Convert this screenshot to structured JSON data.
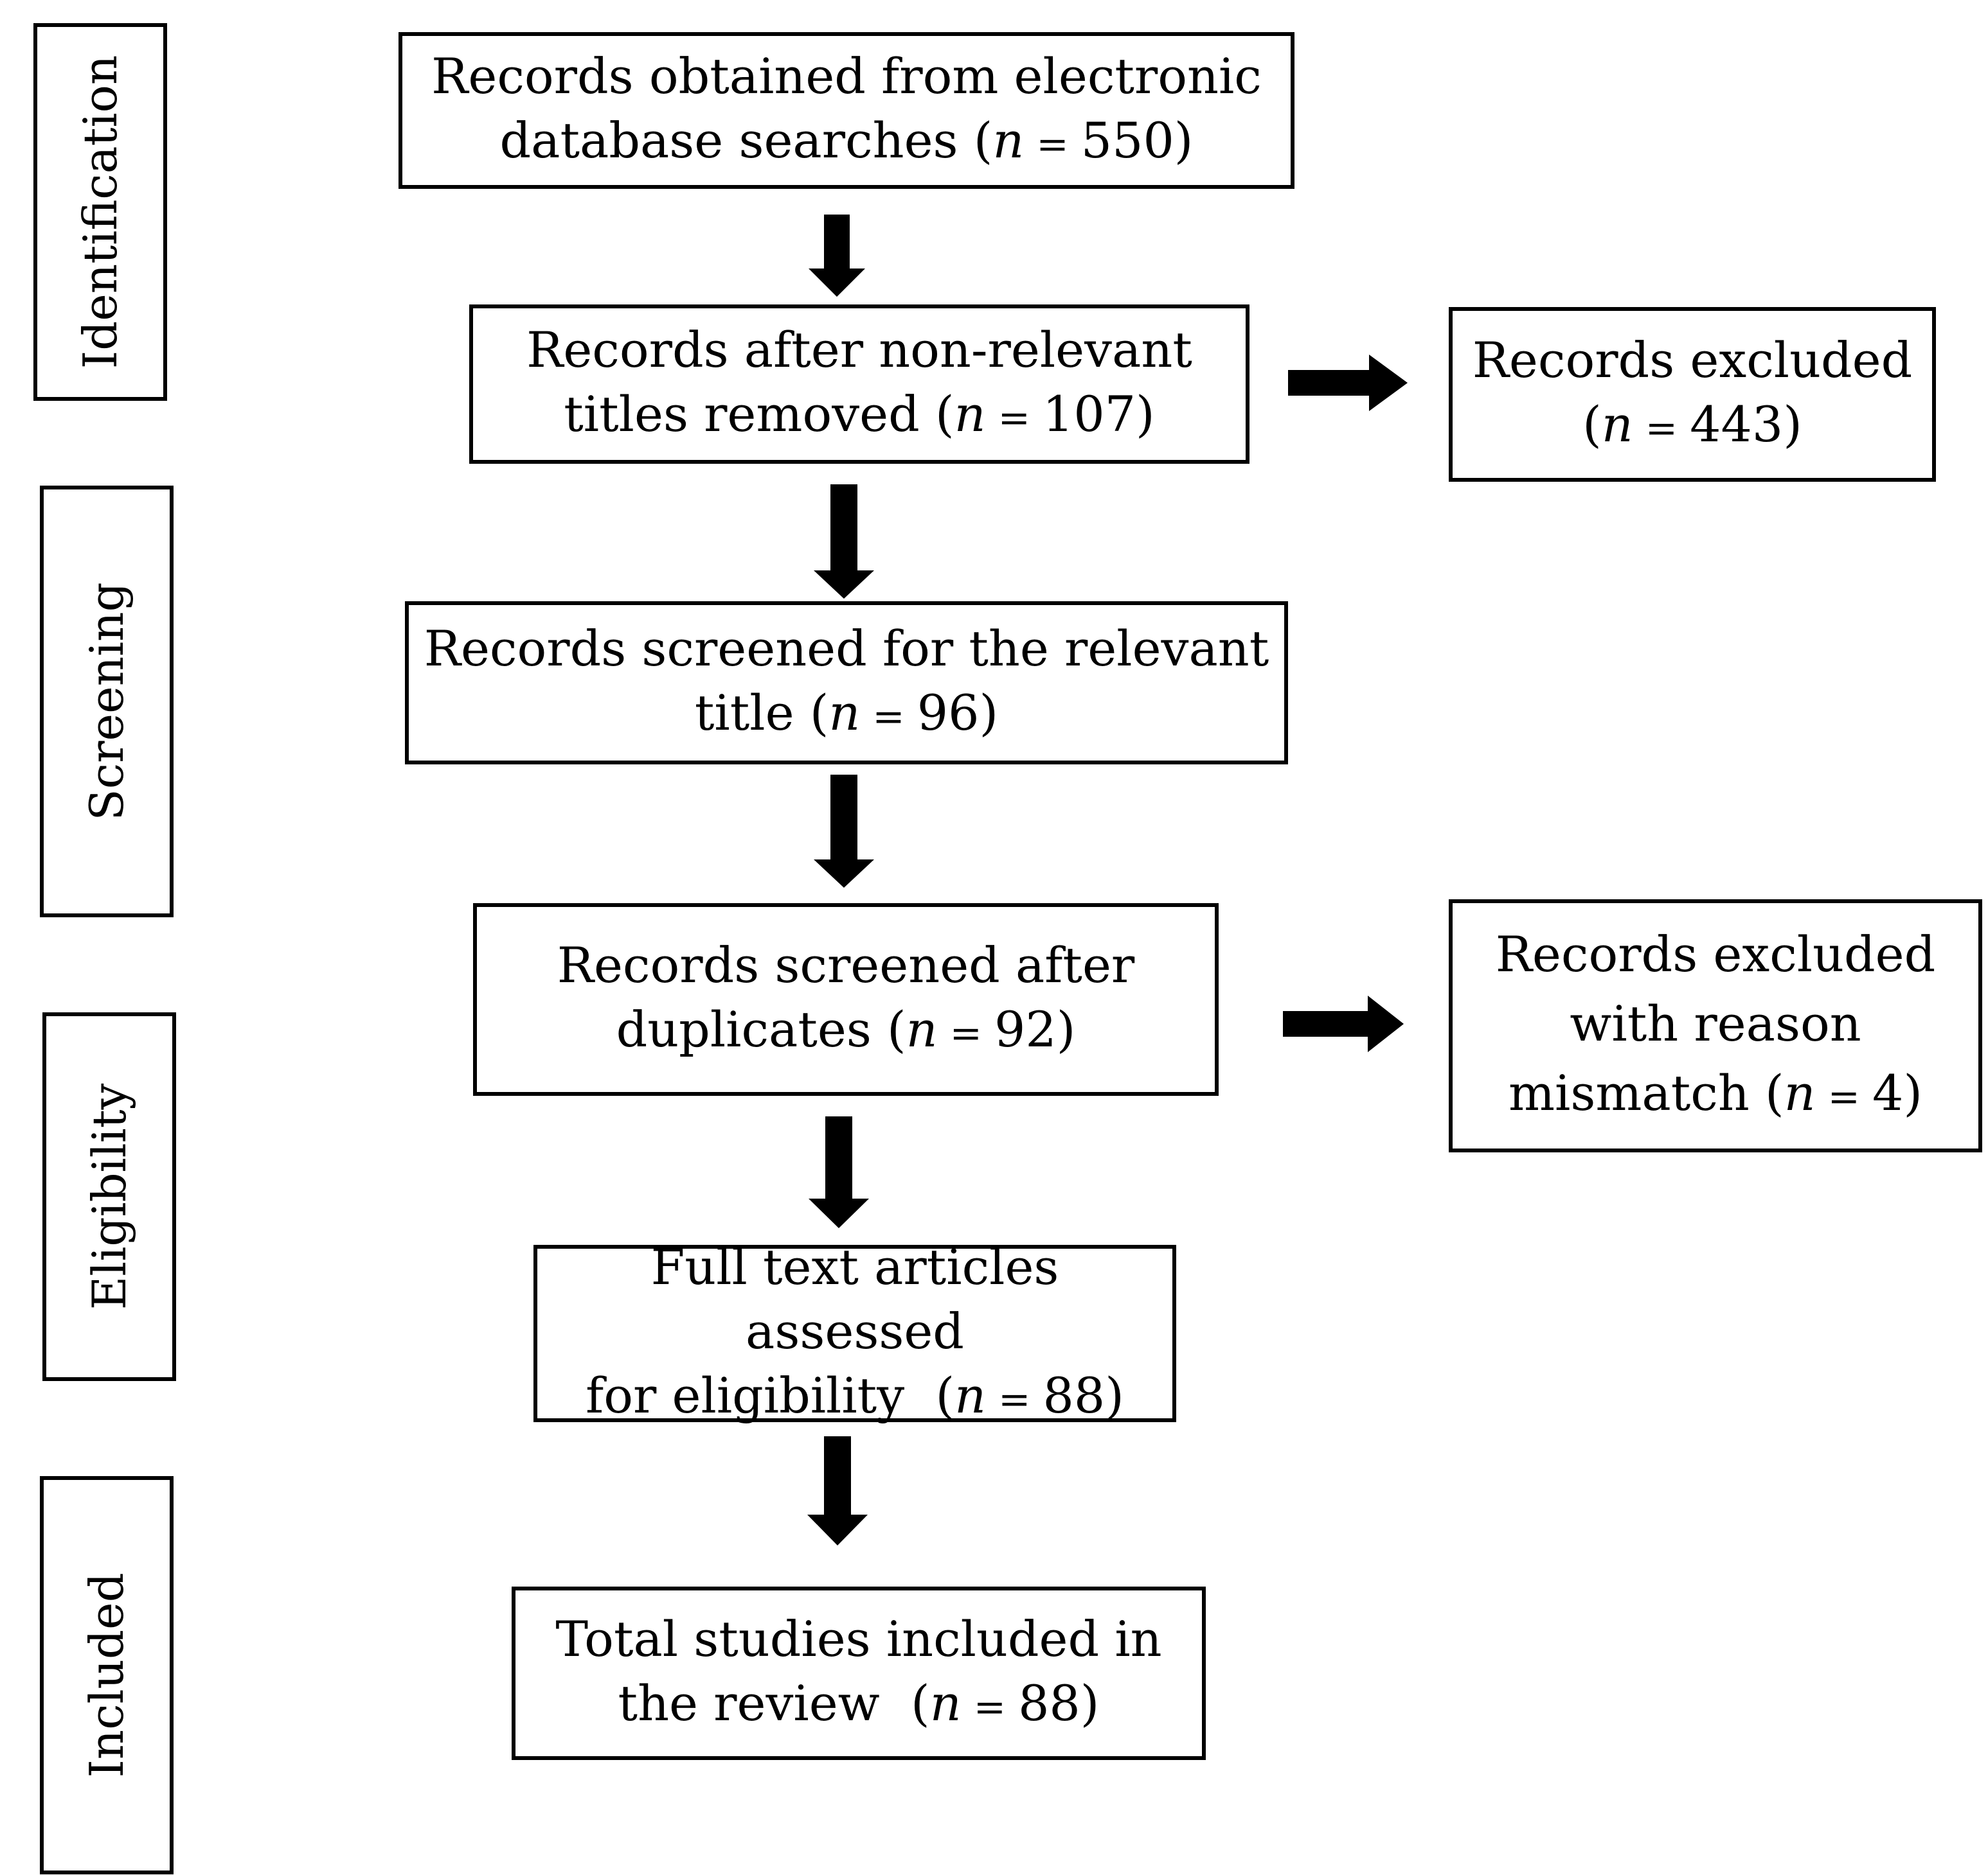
{
  "stages": {
    "identification": "Identification",
    "screening": "Screening",
    "eligibility": "Eligibility",
    "included": "Included"
  },
  "boxes": {
    "database_search": {
      "line1": "Records obtained from electronic",
      "line2_text": "database searches (",
      "n": "n",
      "eq": " = ",
      "value": "550",
      "close": ")"
    },
    "non_relevant_removed": {
      "line1": "Records after non-relevant",
      "line2_text": "titles removed (",
      "n": "n",
      "eq": " = ",
      "value": "107",
      "close": ")"
    },
    "excluded_1": {
      "line1": "Records excluded",
      "line2_text": "(",
      "n": "n",
      "eq": " = ",
      "value": "443",
      "close": ")"
    },
    "screened_relevant": {
      "line1": "Records screened for the relevant",
      "line2_text": "title (",
      "n": "n",
      "eq": " = ",
      "value": "96",
      "close": ")"
    },
    "screened_duplicates": {
      "line1": "Records screened after",
      "line2_text": "duplicates (",
      "n": "n",
      "eq": " = ",
      "value": "92",
      "close": ")"
    },
    "excluded_2": {
      "line1": "Records excluded",
      "line2": "with reason",
      "line3_text": "mismatch (",
      "n": "n",
      "eq": " = ",
      "value": "4",
      "close": ")"
    },
    "full_text": {
      "line1": "Full text articles assessed",
      "line2_text": "for eligibility  (",
      "n": "n",
      "eq": " = ",
      "value": "88",
      "close": ")"
    },
    "included_total": {
      "line1": "Total studies included in",
      "line2_text": "the review  (",
      "n": "n",
      "eq": " = ",
      "value": "88",
      "close": ")"
    }
  }
}
